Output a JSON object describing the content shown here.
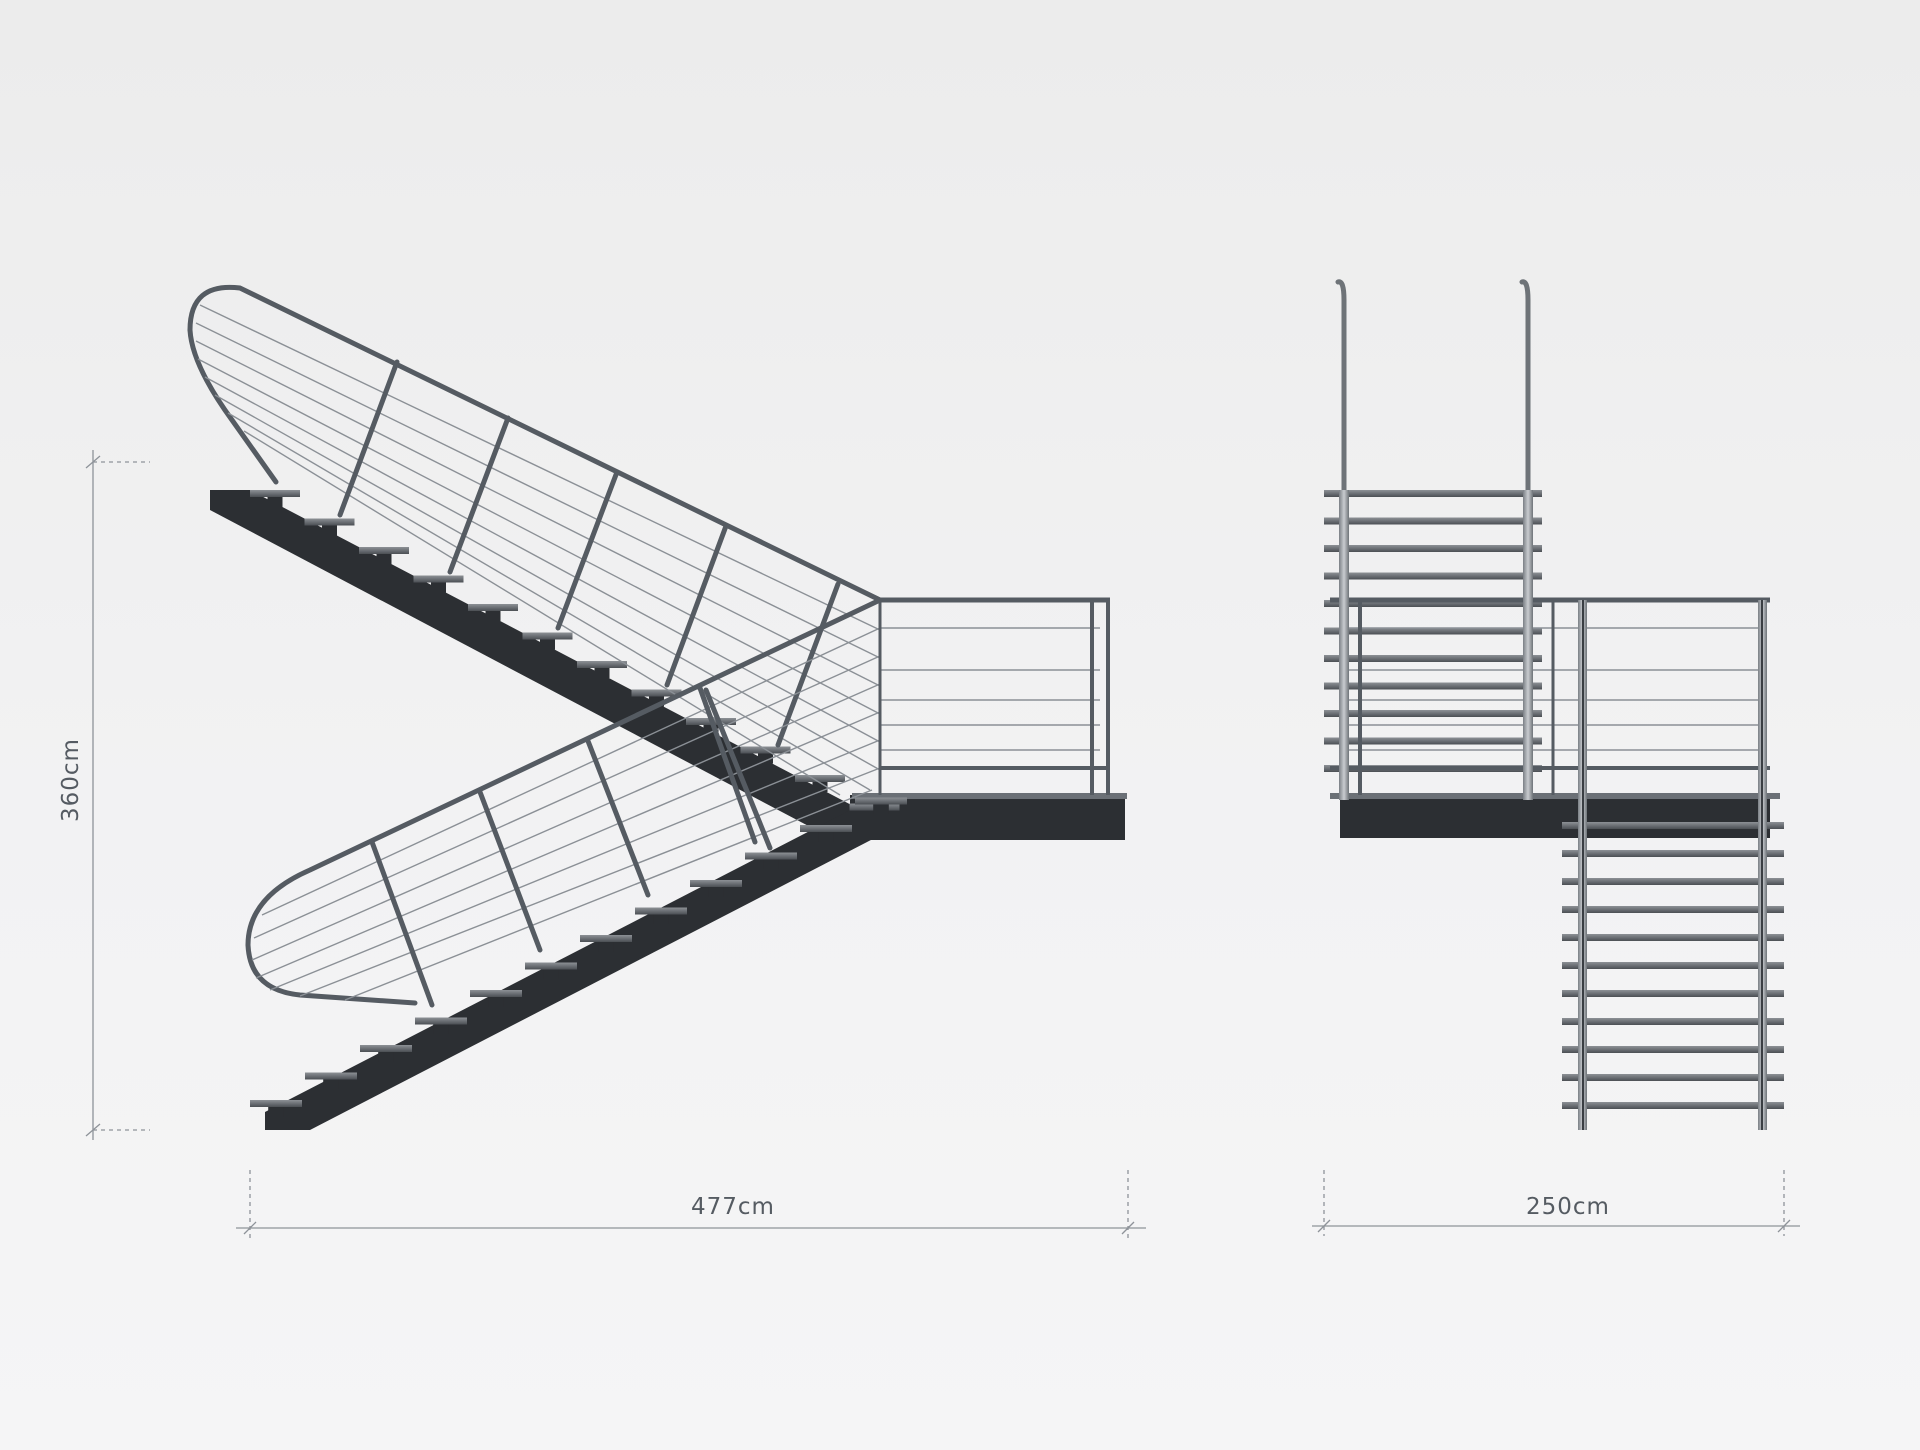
{
  "dimensions": {
    "height_label": "360cm",
    "side_width_label": "477cm",
    "front_width_label": "250cm"
  },
  "colors": {
    "background": "#efeff0",
    "steel_dark": "#2c2f33",
    "rail": "#555b62",
    "rail_light": "#9ea3a8",
    "dimension_line": "#8e9399"
  }
}
